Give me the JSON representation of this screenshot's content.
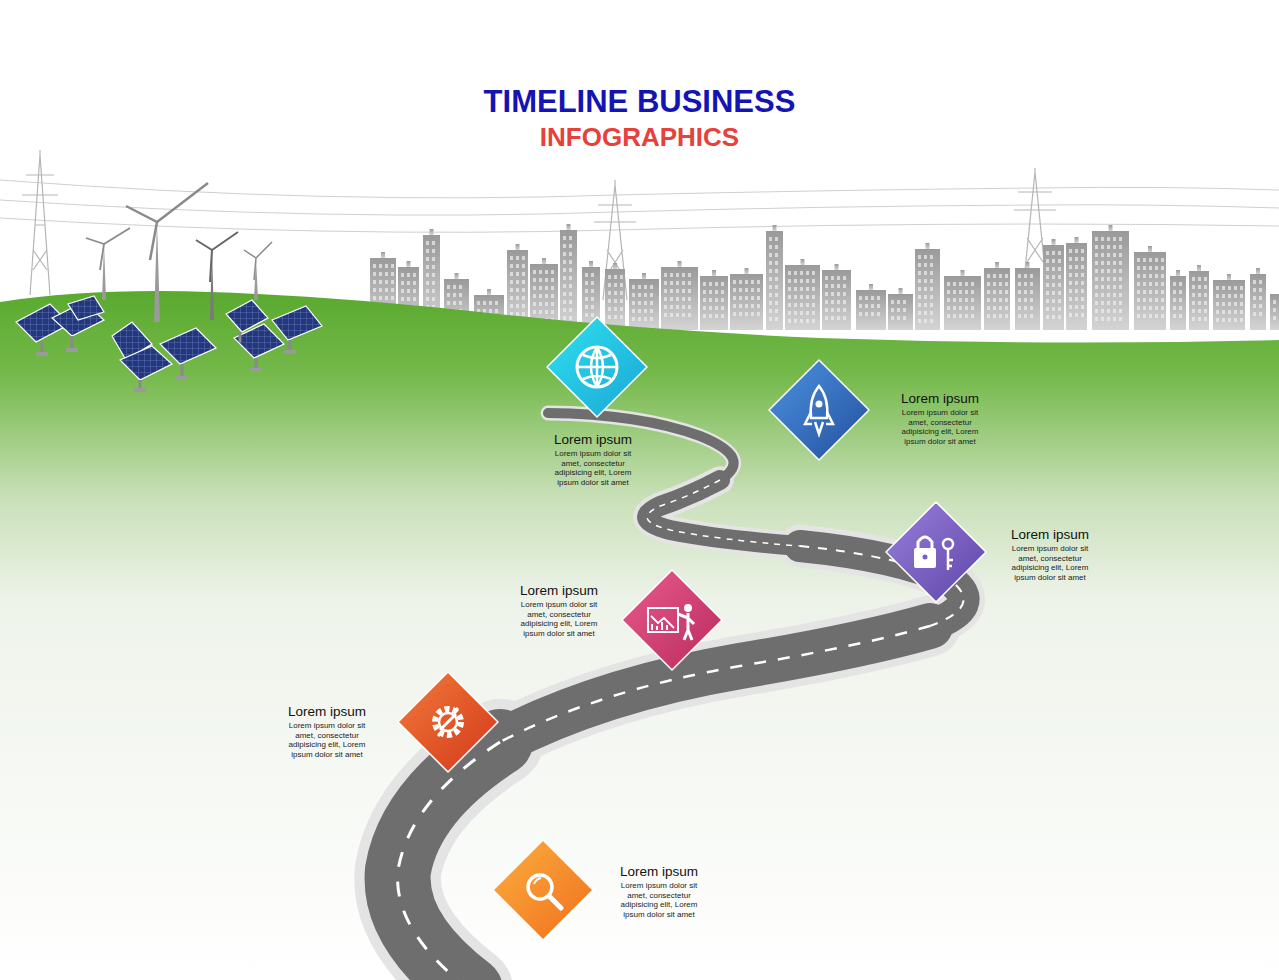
{
  "diagram": {
    "title": "TIMELINE BUSINESS",
    "nodes": [
      {
        "text": [
          "Lorem ipsum",
          "Lorem ipsum dolor sit amet, consectetur adipisicing elit, Lorem ipsum dolor sit amet"
        ]
      },
      {
        "text": [
          "Lorem ipsum",
          "Lorem ipsum dolor sit amet, consectetur adipisicing elit, Lorem ipsum dolor sit amet"
        ]
      },
      {
        "text": [
          "Lorem ipsum",
          "Lorem ipsum dolor sit amet, consectetur adipisicing elit, Lorem ipsum dolor sit amet"
        ]
      },
      {
        "text": [
          "Lorem ipsum",
          "Lorem ipsum dolor sit amet, consectetur adipisicing elit, Lorem ipsum dolor sit amet"
        ]
      },
      {
        "text": [
          "Lorem ipsum",
          "Lorem ipsum dolor sit amet, consectetur adipisicing elit, Lorem ipsum dolor sit amet"
        ]
      },
      {
        "text": [
          "Lorem ipsum",
          "Lorem ipsum dolor sit amet, consectetur adipisicing elit, Lorem ipsum dolor sit amet"
        ]
      }
    ],
    "labels": [
      "INFOGRAPHICS"
    ]
  }
}
